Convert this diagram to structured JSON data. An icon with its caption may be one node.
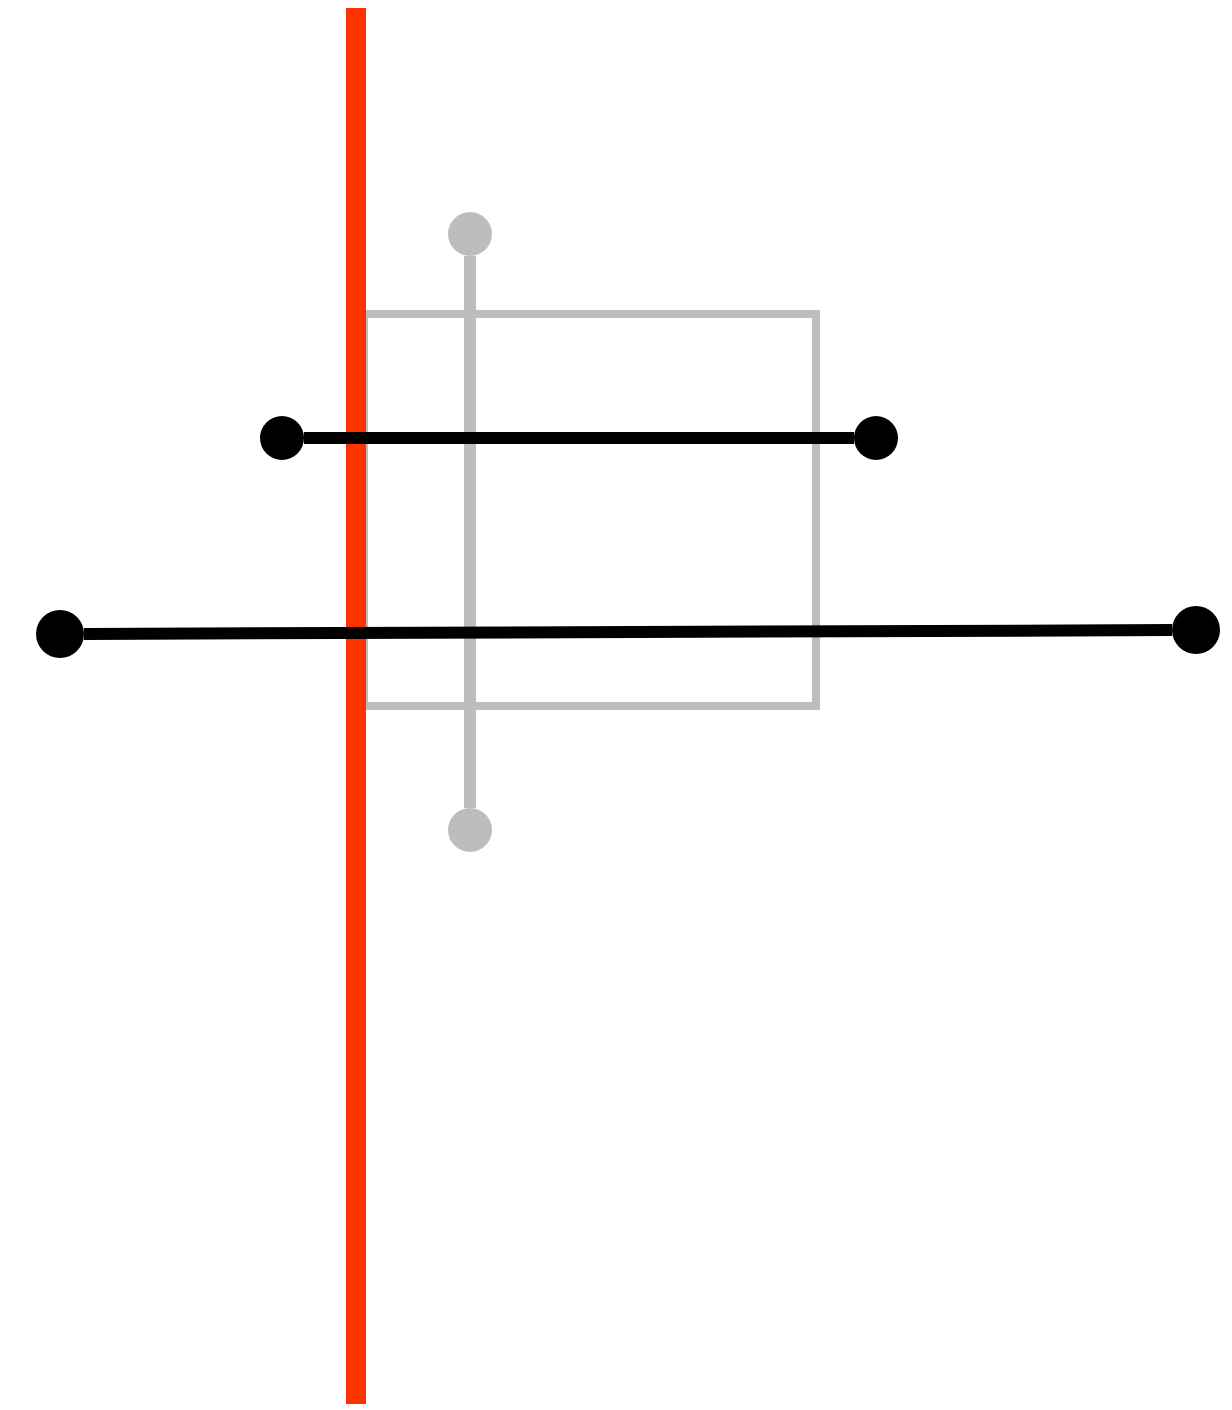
{
  "diagram": {
    "nodes": [
      {
        "text": [],
        "shape": "circle"
      },
      {
        "text": [],
        "shape": "circle"
      },
      {
        "text": [],
        "shape": "circle"
      },
      {
        "text": [],
        "shape": "circle"
      },
      {
        "text": [],
        "shape": "circle"
      },
      {
        "text": [],
        "shape": "circle"
      }
    ],
    "edges": [
      {
        "from": 0,
        "to": 5,
        "arrow": "none",
        "color": "#bdbdbd"
      },
      {
        "from": 1,
        "to": 2,
        "arrow": "none"
      },
      {
        "from": 3,
        "to": 4,
        "arrow": "none"
      }
    ]
  }
}
